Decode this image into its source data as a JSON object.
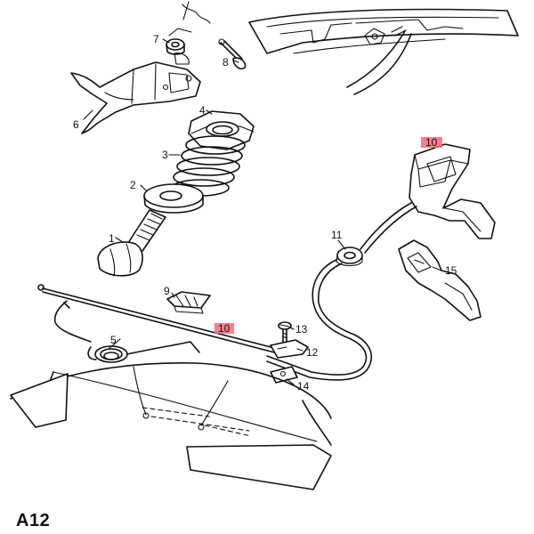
{
  "figure": {
    "page_code": "A12",
    "callouts": {
      "c1": "1",
      "c2": "2",
      "c3": "3",
      "c4": "4",
      "c5": "5",
      "c6": "6",
      "c7": "7",
      "c8": "8",
      "c9": "9",
      "c10_top": "10",
      "c10_mid": "10",
      "c11": "11",
      "c12": "12",
      "c13": "13",
      "c14": "14",
      "c15": "15"
    },
    "highlight_color": "#ef6b7a"
  }
}
